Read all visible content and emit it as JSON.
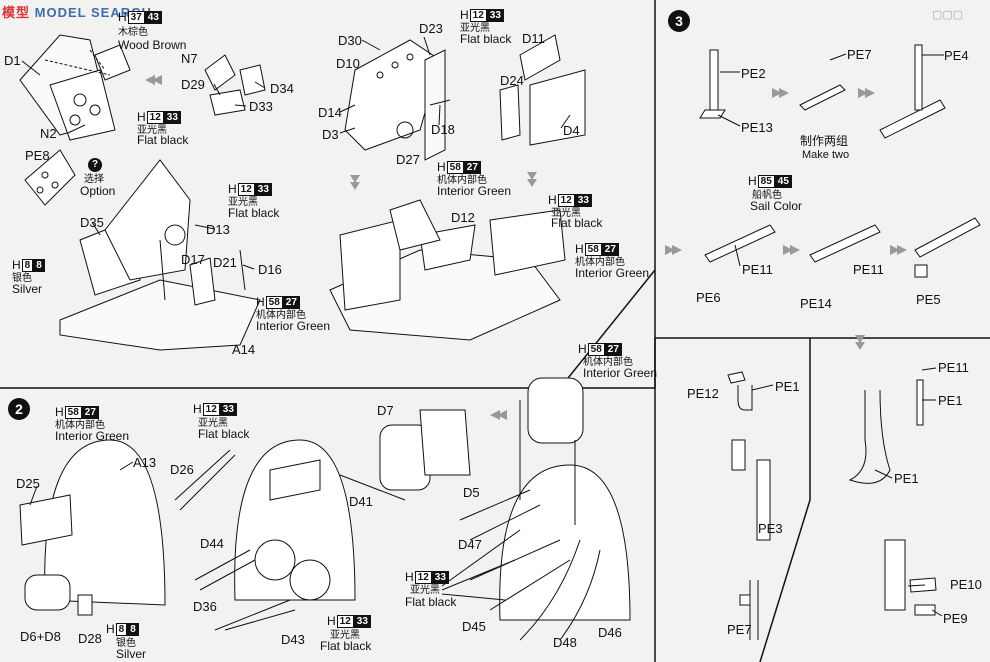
{
  "logo": {
    "brand": "MODEL",
    "site": "SEARCH",
    "cn": "模型"
  },
  "steps": [
    "2",
    "3"
  ],
  "paints": {
    "wood_brown": {
      "h": "H",
      "num": "37",
      "code": "43",
      "cn": "木棕色",
      "en": "Wood Brown"
    },
    "flat_black": {
      "h": "H",
      "num": "12",
      "code": "33",
      "cn": "亚光黑",
      "en": "Flat black"
    },
    "interior_green": {
      "h": "H",
      "num": "58",
      "code": "27",
      "cn": "机体内部色",
      "en": "Interior Green"
    },
    "silver": {
      "h": "H",
      "num": "8",
      "code": "8",
      "cn": "银色",
      "en": "Silver"
    },
    "sail_color": {
      "h": "H",
      "num": "85",
      "code": "45",
      "cn": "船帆色",
      "en": "Sail Color"
    }
  },
  "option": {
    "cn": "选择",
    "en": "Option"
  },
  "make_two": {
    "cn": "制作两组",
    "en": "Make two"
  },
  "parts": {
    "D1": "D1",
    "N7": "N7",
    "N2": "N2",
    "PE8": "PE8",
    "D29": "D29",
    "D33": "D33",
    "D34": "D34",
    "D35": "D35",
    "D13": "D13",
    "D17": "D17",
    "D21": "D21",
    "D16": "D16",
    "A14": "A14",
    "D30": "D30",
    "D10": "D10",
    "D14": "D14",
    "D3": "D3",
    "D23": "D23",
    "D27": "D27",
    "D18": "D18",
    "D11": "D11",
    "D24": "D24",
    "D4": "D4",
    "D12": "D12",
    "PE2": "PE2",
    "PE7a": "PE7",
    "PE4": "PE4",
    "PE13": "PE13",
    "PE6": "PE6",
    "PE11a": "PE11",
    "PE14": "PE14",
    "PE11b": "PE11",
    "PE5": "PE5",
    "PE12": "PE12",
    "PE1a": "PE1",
    "PE3": "PE3",
    "PE7b": "PE7",
    "PE11c": "PE11",
    "PE1b": "PE1",
    "PE1c": "PE1",
    "PE10": "PE10",
    "PE9": "PE9",
    "A13": "A13",
    "D25": "D25",
    "D6D8": "D6+D8",
    "D28": "D28",
    "D26": "D26",
    "D44": "D44",
    "D36": "D36",
    "D43": "D43",
    "D7": "D7",
    "D41": "D41",
    "D5": "D5",
    "D47": "D47",
    "D45": "D45",
    "D48": "D48",
    "D46": "D46"
  }
}
